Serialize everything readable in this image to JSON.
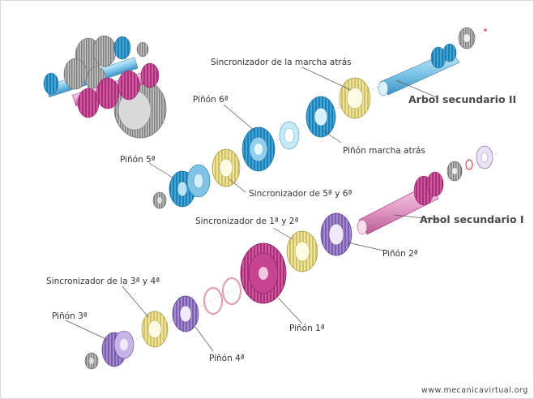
{
  "labels": {
    "sincronizador_reversa": "Sincronizador de la marcha atrás",
    "pinon_6": "Piñón 6ª",
    "arbol_secundario_2": "Arbol secundario II",
    "pinon_marcha_atras": "Piñón marcha atrás",
    "pinon_5": "Piñón 5ª",
    "sincronizador_5_6": "Sincronizador de 5ª y 6ª",
    "arbol_secundario_1": "Arbol secundario I",
    "sincronizador_1_2": "Sincronizador de 1ª y 2ª",
    "pinon_2": "Piñón 2ª",
    "sincronizador_3_4": "Sincronizador de la 3ª y 4ª",
    "pinon_3": "Piñón 3ª",
    "pinon_1": "Piñón 1ª",
    "pinon_4": "Piñón 4ª"
  },
  "credit": "www.mecanicavirtual.org",
  "colors": {
    "blue": "#3fa6d8",
    "yellow": "#efe49a",
    "pink": "#d2559f",
    "violet": "#a68ad0",
    "gray": "#b5b5b5",
    "shaft_blue": "#8fd0ef",
    "shaft_pink": "#e7a3cf",
    "leader": "#555555"
  }
}
